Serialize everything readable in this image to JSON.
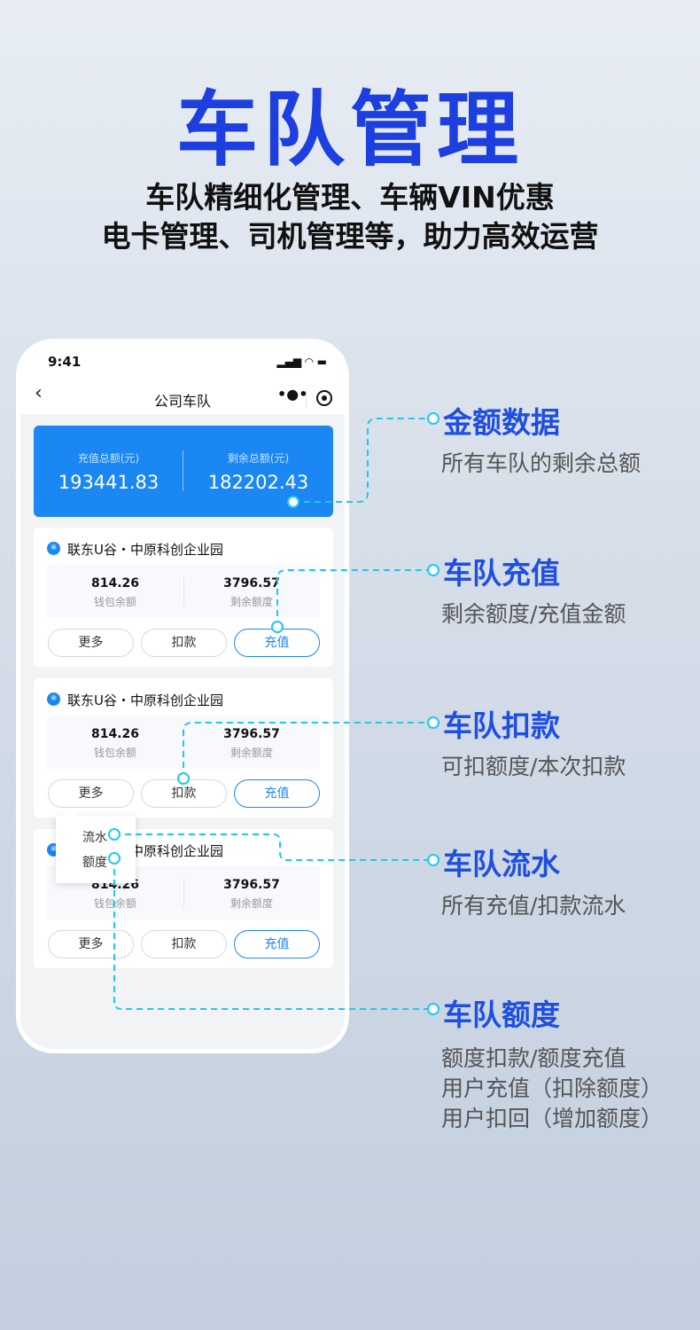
{
  "header": {
    "title": "车队管理",
    "subtitle_line1": "车队精细化管理、车辆VIN优惠",
    "subtitle_line2": "电卡管理、司机管理等，助力高效运营"
  },
  "phone": {
    "time": "9:41",
    "nav_title": "公司车队",
    "back_icon": "chevron-left-icon",
    "more_icon": "more-dots-icon",
    "target_icon": "record-icon",
    "summary": {
      "recharge_label": "充值总额(元)",
      "recharge_value": "193441.83",
      "remaining_label": "剩余总额(元)",
      "remaining_value": "182202.43"
    },
    "cards": [
      {
        "name": "联东U谷・中原科创企业园",
        "wallet": "814.26",
        "wallet_label": "钱包余额",
        "quota": "3796.57",
        "quota_label": "剩余额度",
        "more": "更多",
        "deduct": "扣款",
        "recharge": "充值"
      },
      {
        "name": "联东U谷・中原科创企业园",
        "wallet": "814.26",
        "wallet_label": "钱包余额",
        "quota": "3796.57",
        "quota_label": "剩余额度",
        "more": "更多",
        "deduct": "扣款",
        "recharge": "充值"
      },
      {
        "name": "联东U谷・中原科创企业园",
        "wallet": "814.26",
        "wallet_label": "钱包余额",
        "quota": "3796.57",
        "quota_label": "剩余额度",
        "more": "更多",
        "deduct": "扣款",
        "recharge": "充值"
      }
    ],
    "popup": {
      "items": [
        "流水",
        "额度"
      ]
    }
  },
  "callouts": [
    {
      "title": "金额数据",
      "desc": [
        "所有车队的剩余总额"
      ]
    },
    {
      "title": "车队充值",
      "desc": [
        "剩余额度/充值金额"
      ]
    },
    {
      "title": "车队扣款",
      "desc": [
        "可扣额度/本次扣款"
      ]
    },
    {
      "title": "车队流水",
      "desc": [
        "所有充值/扣款流水"
      ]
    },
    {
      "title": "车队额度",
      "desc": [
        "额度扣款/额度充值",
        "用户充值（扣除额度）",
        "用户扣回（增加额度）"
      ]
    }
  ],
  "colors": {
    "accent": "#1b87f2",
    "title": "#1d3fe0",
    "connector": "#1ec8f0"
  }
}
